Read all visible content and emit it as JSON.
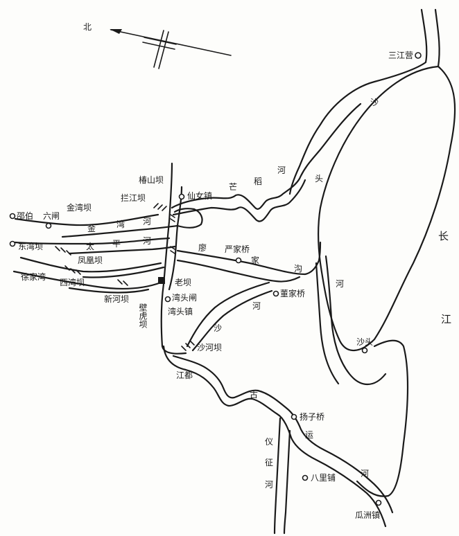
{
  "compass": {
    "north_label": "北"
  },
  "labels": {
    "sanjiangying": "三江营",
    "sha_1": "沙",
    "changjiang_chang": "长",
    "changjiang_jiang": "江",
    "mang": "芒",
    "dao": "稻",
    "he_1": "河",
    "tou_1": "头",
    "jingshanba": "椿山坝",
    "lanjiangba": "拦江坝",
    "xiannvzhen": "仙女镇",
    "jinwanba": "金湾坝",
    "liuzha": "六闸",
    "shaobo": "邵伯",
    "jin": "金",
    "wan": "湾",
    "he_2": "河",
    "dongwanba": "东湾坝",
    "tai": "太",
    "ping": "平",
    "he_3": "河",
    "liao": "廖",
    "yanjiaqiao": "严家桥",
    "jia": "家",
    "fenghuangba": "凤凰坝",
    "xujiawan": "徐家湾",
    "xiwanba": "西湾坝",
    "laoba": "老坝",
    "gou": "沟",
    "xinheba": "新河坝",
    "tanhuba": "壁虎坝",
    "wantouzha": "湾头闸",
    "wantouzhen": "湾头镇",
    "he_4": "河",
    "dongjiaqiao": "董家桥",
    "he_5": "河",
    "sha_2": "沙",
    "shaheba": "沙河坝",
    "shatou": "沙头",
    "jiangdu": "江都",
    "gu": "古",
    "yangziqiao": "扬子桥",
    "yun": "运",
    "yizheng_yi": "仪",
    "yizheng_zheng": "征",
    "he_6": "河",
    "balipu": "八里铺",
    "he_7": "河",
    "guazhouzhen": "瓜洲镇"
  }
}
